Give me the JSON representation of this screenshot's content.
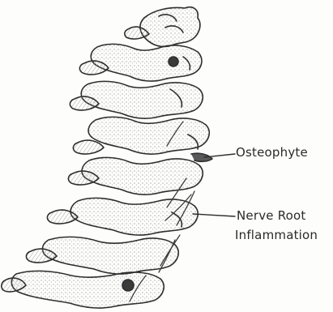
{
  "labels": {
    "osteophyte": "Osteophyte",
    "nerve_root_line1": "Nerve Root",
    "nerve_root_line2": "Inflammation"
  },
  "colors": {
    "ink": "#2e2e2e",
    "paper": "#fdfdfb",
    "shade": "#8a8a8a"
  },
  "icons": {
    "figure": "cervical-spine-illustration"
  }
}
